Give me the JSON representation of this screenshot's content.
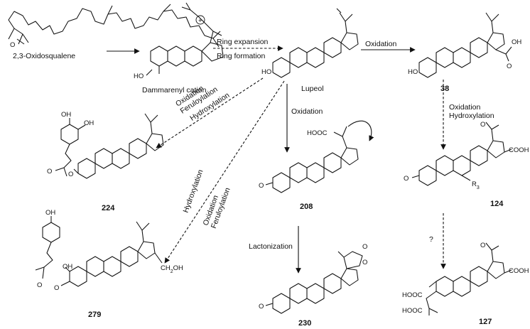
{
  "compounds": {
    "oxidosqualene": "2,3-Oxidosqualene",
    "dammarenyl": "Dammarenyl cation",
    "lupeol": "Lupeol",
    "c38": "38",
    "c224": "224",
    "c208": "208",
    "c124": "124",
    "c279": "279",
    "c230": "230",
    "c127": "127"
  },
  "steps": {
    "ring_expansion": "Ring expansion",
    "ring_formation": "Ring formation",
    "oxidation_top": "Oxidation",
    "ox_fer_hyd_1": "Oxidation",
    "ox_fer_hyd_2": "Feruloylation",
    "ox_fer_hyd_3": "Hydroxylation",
    "hydroxylation_279": "Hydroxylation",
    "ox_fer_279_1": "Oxidation",
    "ox_fer_279_2": "Feruloylation",
    "oxidation_208": "Oxidation",
    "ox_hyd_124_1": "Oxidation",
    "ox_hyd_124_2": "Hydroxylation",
    "lactonization": "Lactonization",
    "unknown": "?"
  },
  "groups": {
    "o_epoxide": "O",
    "plus": "+",
    "ho_dammarenyl": "HO",
    "ho_lupeol": "HO",
    "ho_38": "HO",
    "oh_38": "OH",
    "o_38": "O",
    "oh_224a": "OH",
    "oh_224b": "OH",
    "o_224a": "O",
    "o_224b": "O",
    "hooc_208": "HOOC",
    "o_208": "O",
    "o_124a": "O",
    "o_124b": "O",
    "cooh_124": "COOH",
    "r3_124": "R",
    "r3_sub": "3",
    "oh_279a": "OH",
    "oh_279b": "OH",
    "o_279a": "O",
    "o_279b": "O",
    "ch2oh_279": "CH",
    "ch2oh_sub": "2",
    "ch2oh_tail": "OH",
    "o_230a": "O",
    "o_230b": "O",
    "o_230c": "O",
    "o_127": "O",
    "hooc_127a": "HOOC",
    "hooc_127b": "HOOC",
    "cooh_127": "COOH"
  }
}
